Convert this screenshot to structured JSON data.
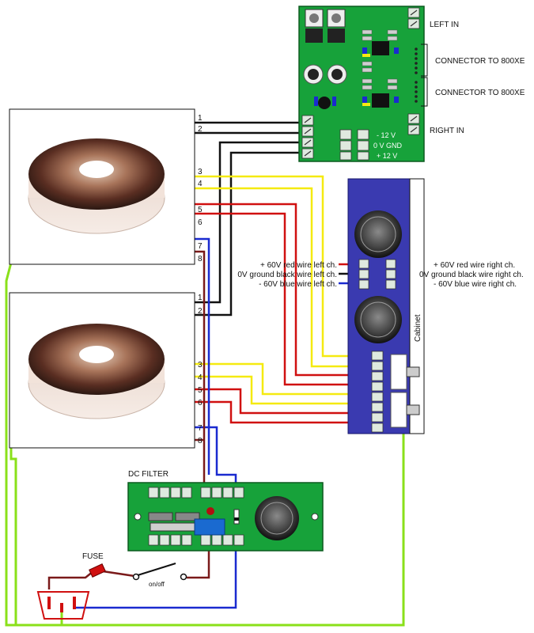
{
  "labels": {
    "left_in": "LEFT IN",
    "connector_1": "CONNECTOR TO 800XE",
    "connector_2": "CONNECTOR TO 800XE",
    "right_in": "RIGHT IN",
    "minus12": "- 12 V",
    "gnd": "0 V GND",
    "plus12": "+ 12 V",
    "cabinet": "Cabinet",
    "dc_filter": "DC FILTER",
    "fuse": "FUSE",
    "on_off": "on/off"
  },
  "cabinet_left": {
    "plus60": "+ 60V red wire left ch.",
    "gnd": "0V ground black wire left ch.",
    "minus60": "- 60V blue wire left ch."
  },
  "cabinet_right": {
    "plus60": "+ 60V red wire right ch.",
    "gnd": "0V ground black wire right ch.",
    "minus60": "- 60V blue wire right ch."
  },
  "transformer1_pins": [
    "1",
    "2",
    "3",
    "4",
    "5",
    "6",
    "7",
    "8"
  ],
  "transformer2_pins": [
    "1",
    "2",
    "3",
    "4",
    "5",
    "6",
    "7",
    "8"
  ],
  "colors": {
    "board_green": "#17a23a",
    "cabinet_blue": "#3a3ab0",
    "wire_red": "#d01010",
    "wire_yellow": "#f5ea10",
    "wire_blue": "#1a2ad0",
    "wire_black": "#111111",
    "wire_brown": "#7a1a1a",
    "wire_green": "#8ae01a"
  }
}
